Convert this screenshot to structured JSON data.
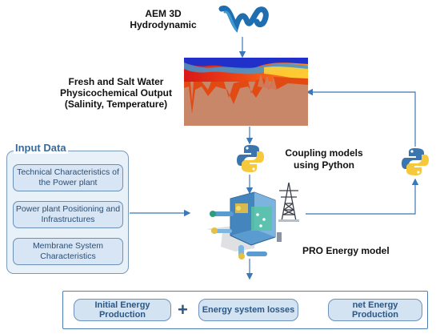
{
  "aem": {
    "title": "AEM 3D Hydrodynamic"
  },
  "physicochemical": {
    "title": "Fresh and Salt Water Physicochemical Output (Salinity, Temperature)"
  },
  "coupling": {
    "label": "Coupling models using Python"
  },
  "pro": {
    "label": "PRO Energy model"
  },
  "input_data": {
    "title": "Input Data",
    "items": [
      "Technical Characteristics of the Power plant",
      "Power plant Positioning and Infrastructures",
      "Membrane System Characteristics"
    ]
  },
  "energy": {
    "initial": "Initial Energy Production",
    "losses": "Energy system losses",
    "net": "net Energy Production",
    "plus": "+"
  },
  "icons": {
    "aem_logo": "wave-logo-icon",
    "python": "python-logo-icon",
    "pro_plant": "pro-plant-illustration",
    "pylon": "power-pylon-icon"
  },
  "colors": {
    "arrow": "#3c78b8",
    "panel_border": "#7a9ab8",
    "box_fill": "#d4e3f2",
    "input_title": "#3c6a96",
    "python_blue": "#3b75ad",
    "python_yellow": "#f5c93b"
  }
}
